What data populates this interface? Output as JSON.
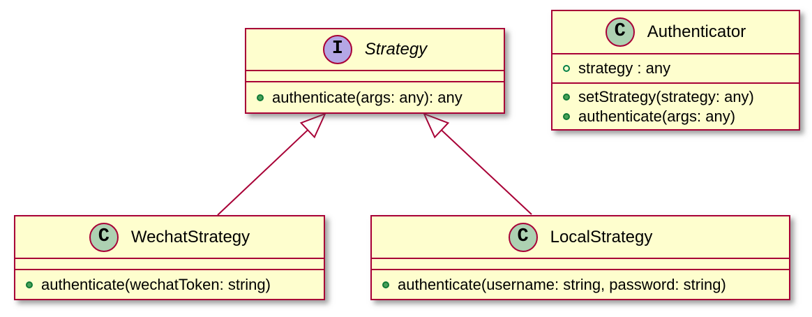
{
  "diagram": {
    "type": "uml-class-diagram",
    "colors": {
      "box_fill": "#FEFECE",
      "box_border": "#A80036",
      "interface_badge_fill": "#B4A7E5",
      "class_badge_fill": "#ADD1B2",
      "method_dot_fill": "#4AA05A",
      "method_dot_ring": "#0E7A36",
      "field_ring": "#038048",
      "edge_color": "#A80036"
    },
    "classes": {
      "strategy": {
        "badge": "I",
        "stereotype": "interface",
        "name": "Strategy",
        "fields": [],
        "methods": [
          {
            "visibility": "public",
            "text": "authenticate(args: any): any"
          }
        ]
      },
      "authenticator": {
        "badge": "C",
        "stereotype": "class",
        "name": "Authenticator",
        "fields": [
          {
            "visibility": "public",
            "text": "strategy : any"
          }
        ],
        "methods": [
          {
            "visibility": "public",
            "text": "setStrategy(strategy: any)"
          },
          {
            "visibility": "public",
            "text": "authenticate(args: any)"
          }
        ]
      },
      "wechat": {
        "badge": "C",
        "stereotype": "class",
        "name": "WechatStrategy",
        "fields": [],
        "methods": [
          {
            "visibility": "public",
            "text": "authenticate(wechatToken: string)"
          }
        ]
      },
      "local": {
        "badge": "C",
        "stereotype": "class",
        "name": "LocalStrategy",
        "fields": [],
        "methods": [
          {
            "visibility": "public",
            "text": "authenticate(username: string, password: string)"
          }
        ]
      }
    },
    "relations": [
      {
        "from": "WechatStrategy",
        "to": "Strategy",
        "type": "realization",
        "arrowhead": "hollow-triangle"
      },
      {
        "from": "LocalStrategy",
        "to": "Strategy",
        "type": "realization",
        "arrowhead": "hollow-triangle"
      }
    ]
  }
}
